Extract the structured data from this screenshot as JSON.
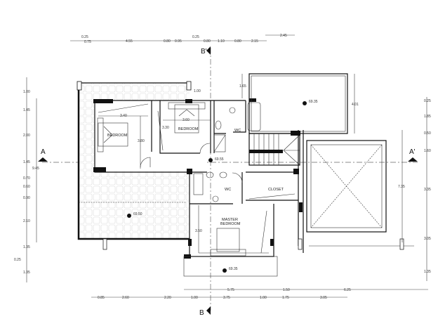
{
  "section_markers": {
    "a": "A",
    "a_prime": "A'",
    "b": "B",
    "b_prime": "B'"
  },
  "rooms": {
    "bedroom_1": "BEDROOM",
    "bedroom_2": "BEDROOM",
    "wc_1": "WC",
    "wc_2": "WC",
    "closet": "CLOSET",
    "master_1": "MASTER",
    "master_2": "BEDROOM"
  },
  "dims_top": [
    "0.25",
    "0.75",
    "4.55",
    "0.80",
    "0.95",
    "0.25",
    "0.80",
    "1.10",
    "0.80",
    "2.15",
    "2.45"
  ],
  "dims_bottom_row1": [
    "5.75",
    "1.50",
    "6.25"
  ],
  "dims_bottom_row2": [
    "0.85",
    "2.60",
    "2.20",
    "1.00",
    "3.75",
    "1.00",
    "1.75",
    "3.05"
  ],
  "dims_left": [
    "1.00",
    "1.45",
    "2.00",
    "1.45",
    "0.70",
    "0.60",
    "0.90",
    "2.10",
    "1.35",
    "0.25",
    "1.35",
    "9.45"
  ],
  "dims_right": [
    "0.25",
    "1.85",
    "0.50",
    "1.60",
    "3.35",
    "3.05",
    "1.35",
    "7.35"
  ],
  "dims_inner": [
    "3.40",
    "3.80",
    "3.60",
    "3.30",
    "1.00",
    "1.65",
    "4.01",
    "3.50"
  ],
  "levels": [
    "69.55",
    "69.35",
    "69.50",
    "69.35"
  ]
}
